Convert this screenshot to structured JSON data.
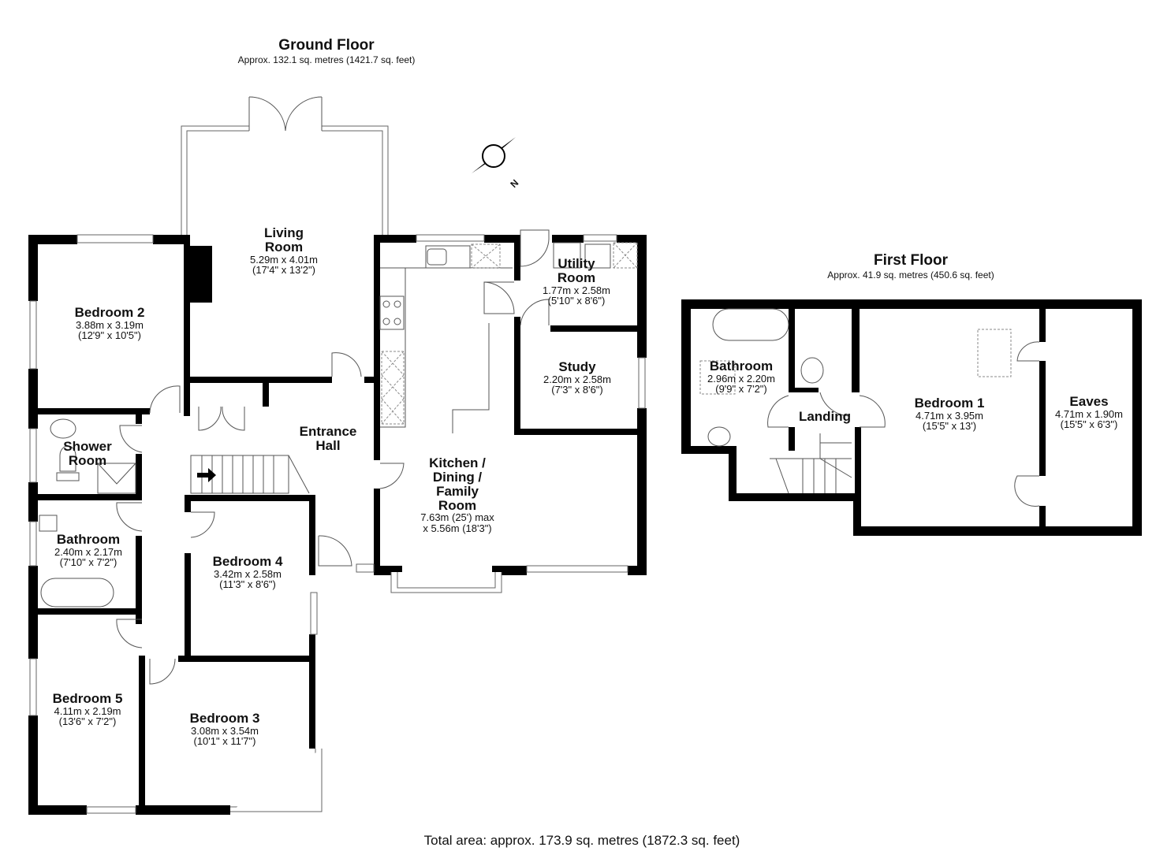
{
  "ground_floor": {
    "title": "Ground Floor",
    "area": "Approx. 132.1 sq. metres (1421.7 sq. feet)",
    "rooms": [
      {
        "name": "Living Room",
        "line1": "Living",
        "line2": "Room",
        "metric": "5.29m x 4.01m",
        "imperial": "(17'4\" x 13'2\")"
      },
      {
        "name": "Bedroom 2",
        "metric": "3.88m x 3.19m",
        "imperial": "(12'9\" x 10'5\")"
      },
      {
        "name": "Utility Room",
        "line1": "Utility",
        "line2": "Room",
        "metric": "1.77m x 2.58m",
        "imperial": "(5'10\" x 8'6\")"
      },
      {
        "name": "Study",
        "metric": "2.20m x 2.58m",
        "imperial": "(7'3\" x 8'6\")"
      },
      {
        "name": "Entrance Hall",
        "line1": "Entrance",
        "line2": "Hall"
      },
      {
        "name": "Shower Room",
        "line1": "Shower",
        "line2": "Room"
      },
      {
        "name": "Kitchen / Dining / Family Room",
        "line1": "Kitchen /",
        "line2": "Dining /",
        "line3": "Family",
        "line4": "Room",
        "metric": "7.63m (25') max",
        "imperial": "x 5.56m (18'3\")"
      },
      {
        "name": "Bathroom",
        "metric": "2.40m x 2.17m",
        "imperial": "(7'10\" x 7'2\")"
      },
      {
        "name": "Bedroom 4",
        "metric": "3.42m x 2.58m",
        "imperial": "(11'3\" x 8'6\")"
      },
      {
        "name": "Bedroom 5",
        "metric": "4.11m x 2.19m",
        "imperial": "(13'6\" x 7'2\")"
      },
      {
        "name": "Bedroom 3",
        "metric": "3.08m x 3.54m",
        "imperial": "(10'1\" x 11'7\")"
      }
    ]
  },
  "first_floor": {
    "title": "First Floor",
    "area": "Approx. 41.9 sq. metres (450.6 sq. feet)",
    "rooms": [
      {
        "name": "Bathroom",
        "metric": "2.96m x 2.20m",
        "imperial": "(9'9\" x 7'2\")"
      },
      {
        "name": "Landing"
      },
      {
        "name": "Bedroom 1",
        "metric": "4.71m x 3.95m",
        "imperial": "(15'5\" x 13')"
      },
      {
        "name": "Eaves",
        "metric": "4.71m x 1.90m",
        "imperial": "(15'5\" x 6'3\")"
      }
    ]
  },
  "compass": {
    "icon": "compass-rose-icon",
    "label": "N"
  },
  "total_area": "Total area: approx. 173.9 sq. metres (1872.3 sq. feet)"
}
